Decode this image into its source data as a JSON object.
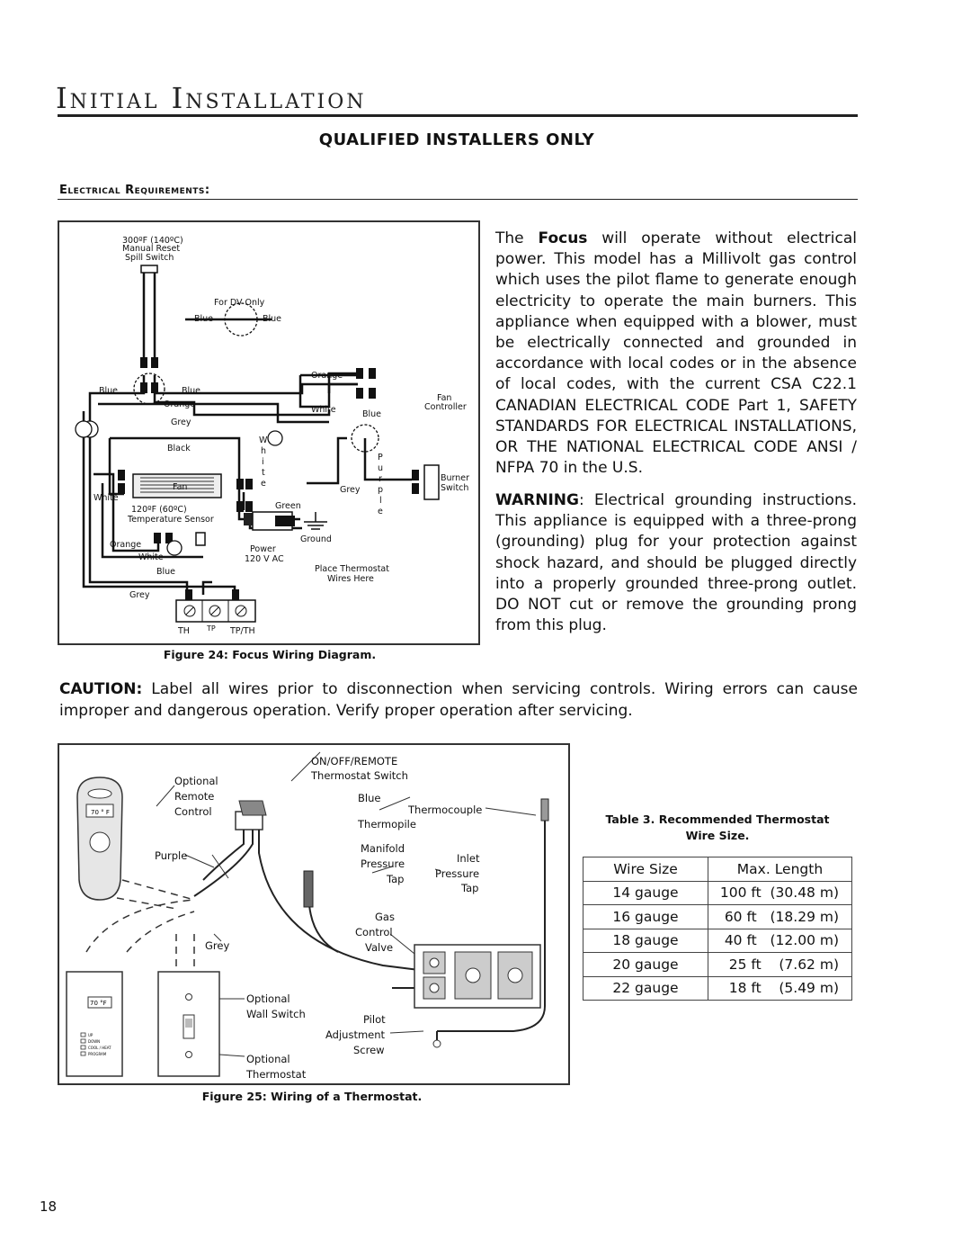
{
  "header": {
    "title": "Initial Installation",
    "subtitle": "QUALIFIED INSTALLERS ONLY",
    "section": "Electrical Requirements:"
  },
  "body": {
    "p1_pre": "The ",
    "p1_bold": "Focus",
    "p1_rest": " will operate without electrical power. This model has a Millivolt gas control which uses the pilot flame to generate enough electricity to operate the main burners. This appliance when equipped with a blower, must be electrically connected and grounded in accordance with local codes or in the absence of local codes, with the current CSA C22.1 CANADIAN ELECTRICAL CODE Part 1, SAFETY STANDARDS FOR ELECTRICAL INSTALLATIONS, OR THE NATIONAL ELECTRICAL CODE ANSI / NFPA 70 in the U.S.",
    "warning_label": "WARNING",
    "warning_text": ": Electrical grounding instructions. This appliance is equipped with a three-prong (grounding) plug for your protection against shock hazard, and should be plugged directly into a properly grounded three-prong outlet. DO NOT cut or remove the grounding prong from this plug.",
    "caution_label": "CAUTION:",
    "caution_text": " Label all wires prior to disconnection when servicing controls. Wiring errors can cause improper and dangerous operation. Verify proper operation after servicing."
  },
  "fig24": {
    "caption": "Figure 24: Focus Wiring Diagram.",
    "labels": {
      "spill1": "300ºF (140ºC)",
      "spill2": "Manual Reset",
      "spill3": "Spill Switch",
      "for_dv": "For DV Only",
      "blue_a": "Blue",
      "blue_b": "Blue",
      "blue_c": "Blue",
      "blue_d": "Blue",
      "blue_e": "Blue",
      "blue_f": "Blue",
      "orange_a": "Orange",
      "orange_b": "Orange",
      "orange_c": "Orange",
      "white_a": "White",
      "white_b": "White",
      "white_c": "White",
      "grey_a": "Grey",
      "grey_b": "Grey",
      "grey_c": "Grey",
      "black": "Black",
      "fan": "Fan",
      "fan_ctrl1": "Fan",
      "fan_ctrl2": "Controller",
      "burner1": "Burner",
      "burner2": "Switch",
      "temp1": "120ºF (60ºC)",
      "temp2": "Temperature Sensor",
      "green": "Green",
      "ground": "Ground",
      "power1": "Power",
      "power2": "120 V AC",
      "place1": "Place Thermostat",
      "place2": "Wires Here",
      "white_v": [
        "W",
        "h",
        "i",
        "t",
        "e"
      ],
      "purple_v": [
        "P",
        "u",
        "r",
        "p",
        "l",
        "e"
      ],
      "th": "TH",
      "tp": "TP",
      "tpth": "TP/TH"
    }
  },
  "fig25": {
    "caption": "Figure 25: Wiring of a Thermostat.",
    "labels": {
      "onoff1": "ON/OFF/REMOTE",
      "onoff2": "Thermostat Switch",
      "optrem1": "Optional",
      "optrem2": "Remote",
      "optrem3": "Control",
      "blue": "Blue",
      "thermocouple": "Thermocouple",
      "thermopile": "Thermopile",
      "purple": "Purple",
      "manifold1": "Manifold",
      "manifold2": "Pressure",
      "manifold3": "Tap",
      "inlet1": "Inlet",
      "inlet2": "Pressure",
      "inlet3": "Tap",
      "gas1": "Gas",
      "gas2": "Control",
      "gas3": "Valve",
      "grey": "Grey",
      "optwall1": "Optional",
      "optwall2": "Wall Switch",
      "pilot1": "Pilot",
      "pilot2": "Adjustment",
      "pilot3": "Screw",
      "optthermo1": "Optional",
      "optthermo2": "Thermostat",
      "remote_temp": "70 ° F",
      "thermo_temp": "70 °F",
      "thermo_btn1": "UP",
      "thermo_btn2": "DOWN",
      "thermo_btn3": "COOL / HEAT",
      "thermo_btn4": "PROGRAM"
    }
  },
  "table3": {
    "caption_line1": "Table 3. Recommended Thermostat",
    "caption_line2": "Wire Size.",
    "headers": [
      "Wire Size",
      "Max. Length"
    ],
    "rows": [
      [
        "14 gauge",
        "100 ft  (30.48 m)"
      ],
      [
        "16 gauge",
        "60 ft   (18.29 m)"
      ],
      [
        "18 gauge",
        "40 ft   (12.00 m)"
      ],
      [
        "20 gauge",
        "25 ft    (7.62 m)"
      ],
      [
        "22 gauge",
        "18 ft    (5.49 m)"
      ]
    ]
  },
  "page_number": "18"
}
